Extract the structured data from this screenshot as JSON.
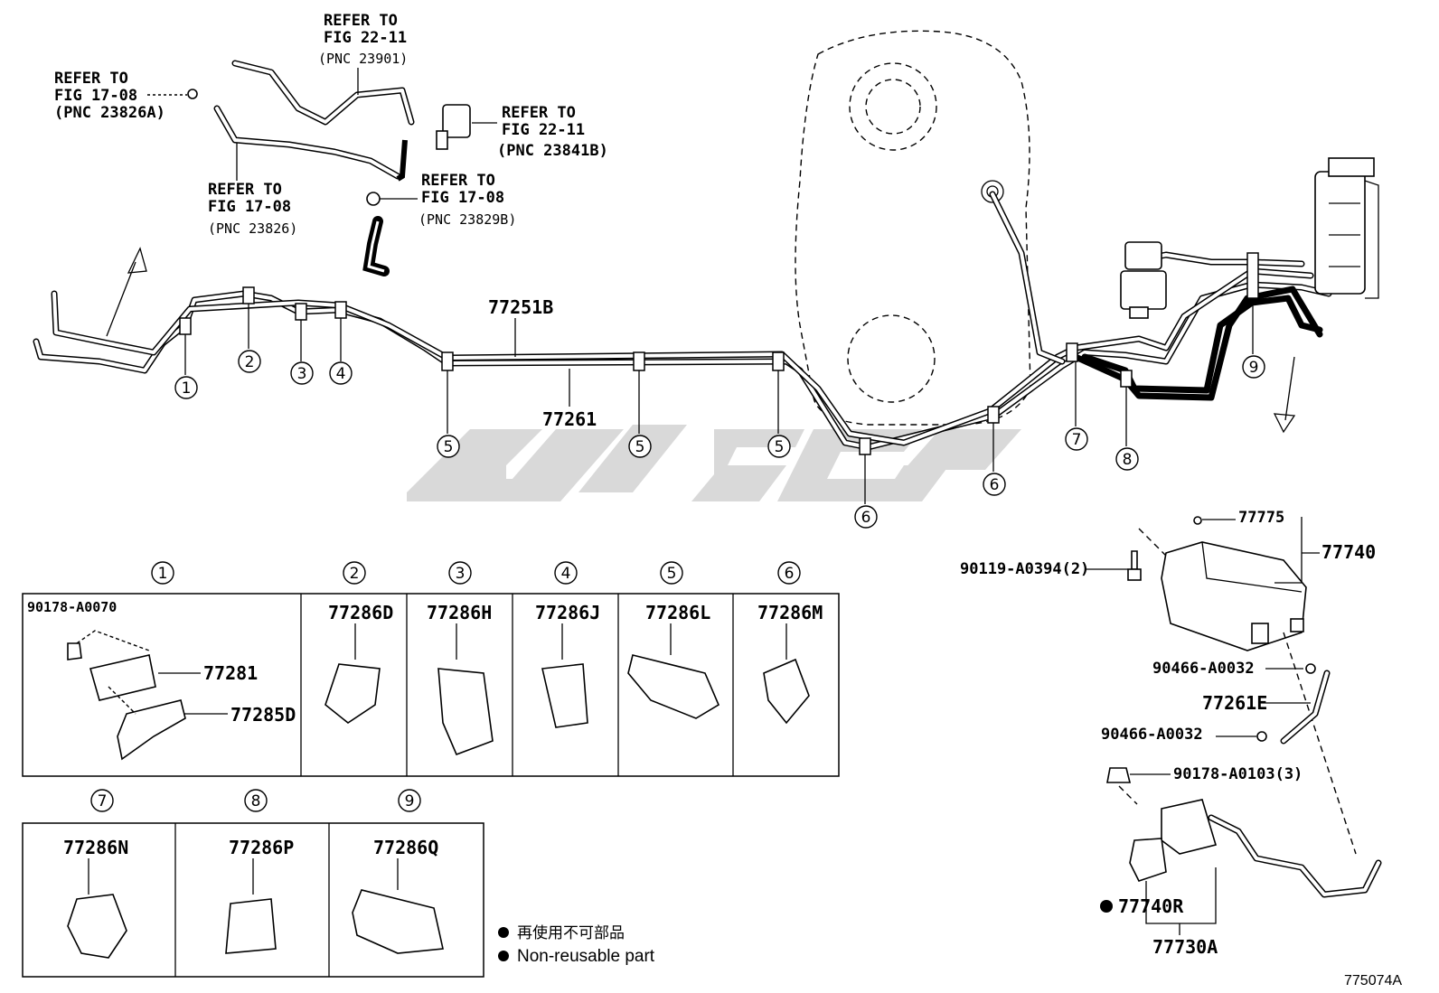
{
  "refs": [
    {
      "line1": "REFER TO",
      "line2": "FIG 22-11",
      "line3": "(PNC 23901)"
    },
    {
      "line1": "REFER TO",
      "line2": "FIG 17-08",
      "line3": "(PNC 23826A)"
    },
    {
      "line1": "REFER TO",
      "line2": "FIG 22-11",
      "line3": "(PNC 23841B)"
    },
    {
      "line1": "REFER TO",
      "line2": "FIG 17-08",
      "line3": "(PNC 23826)"
    },
    {
      "line1": "REFER TO",
      "line2": "FIG 17-08",
      "line3": "(PNC 23829B)"
    }
  ],
  "pipes": {
    "upper": "77251B",
    "lower": "77261"
  },
  "callouts": [
    "1",
    "2",
    "3",
    "4",
    "5",
    "5",
    "5",
    "6",
    "6",
    "7",
    "8",
    "9"
  ],
  "clamp_table": {
    "row1": [
      {
        "num": "1",
        "parts": [
          "90178-A0070",
          "77281",
          "77285D"
        ]
      },
      {
        "num": "2",
        "parts": [
          "77286D"
        ]
      },
      {
        "num": "3",
        "parts": [
          "77286H"
        ]
      },
      {
        "num": "4",
        "parts": [
          "77286J"
        ]
      },
      {
        "num": "5",
        "parts": [
          "77286L"
        ]
      },
      {
        "num": "6",
        "parts": [
          "77286M"
        ]
      }
    ],
    "row2": [
      {
        "num": "7",
        "parts": [
          "77286N"
        ]
      },
      {
        "num": "8",
        "parts": [
          "77286P"
        ]
      },
      {
        "num": "9",
        "parts": [
          "77286Q"
        ]
      }
    ]
  },
  "canister": {
    "p77775": "77775",
    "p77740": "77740",
    "p90119": "90119-A0394(2)",
    "p90466a": "90466-A0032",
    "p77261e": "77261E",
    "p90466b": "90466-A0032",
    "p90178": "90178-A0103(3)",
    "p77740r": "77740R",
    "p77730a": "77730A"
  },
  "legend": {
    "cn": "再使用不可部品",
    "en": "Non-reusable part"
  },
  "figure_id": "775074A"
}
